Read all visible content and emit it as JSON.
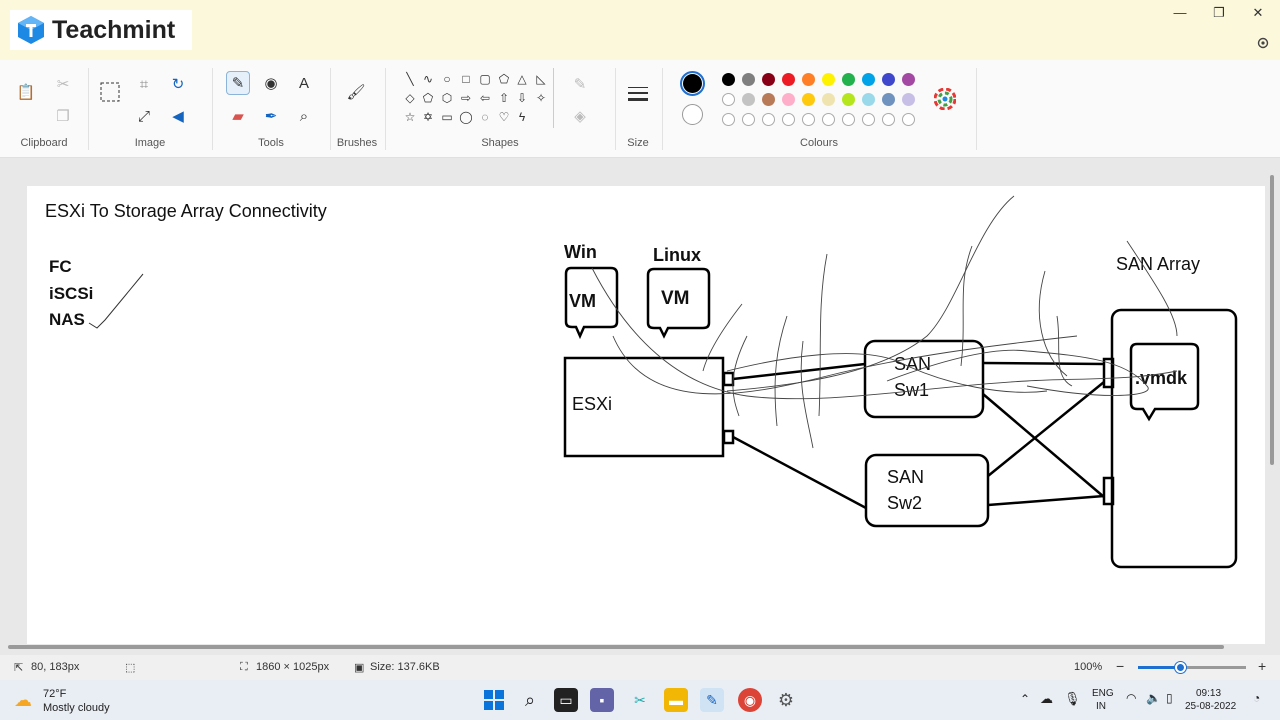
{
  "window": {
    "brand": "Teachmint",
    "minimize": "—",
    "maximize": "❐",
    "close": "✕"
  },
  "ribbon": {
    "groups": [
      "Clipboard",
      "Image",
      "Tools",
      "Brushes",
      "Shapes",
      "Size",
      "Colours"
    ]
  },
  "colours": {
    "row1": [
      "#000000",
      "#7f7f7f",
      "#880015",
      "#ed1c24",
      "#ff7f27",
      "#fff200",
      "#22b14c",
      "#00a2e8",
      "#3f48cc",
      "#a349a4"
    ],
    "row2": [
      "#ffffff",
      "#c3c3c3",
      "#b97a57",
      "#ffaec9",
      "#ffc90e",
      "#efe4b0",
      "#b5e61d",
      "#99d9ea",
      "#7092be",
      "#c8bfe7"
    ]
  },
  "canvas": {
    "title": "ESXi To Storage Array Connectivity",
    "protocols": [
      "FC",
      "iSCSi",
      "NAS"
    ],
    "labels": {
      "win": "Win",
      "linux": "Linux",
      "vm1": "VM",
      "vm2": "VM",
      "esxi": "ESXi",
      "san_sw1_line1": "SAN",
      "san_sw1_line2": "Sw1",
      "san_sw2_line1": "SAN",
      "san_sw2_line2": "Sw2",
      "san_array": "SAN Array",
      "vmdk": ".vmdk"
    }
  },
  "status": {
    "cursor": "80, 183px",
    "dimensions": "1860 × 1025px",
    "size": "Size: 137.6KB",
    "zoom": "100%"
  },
  "taskbar": {
    "weather_temp": "72°F",
    "weather_desc": "Mostly cloudy",
    "lang_line1": "ENG",
    "lang_line2": "IN",
    "time": "09:13",
    "date": "25-08-2022"
  }
}
